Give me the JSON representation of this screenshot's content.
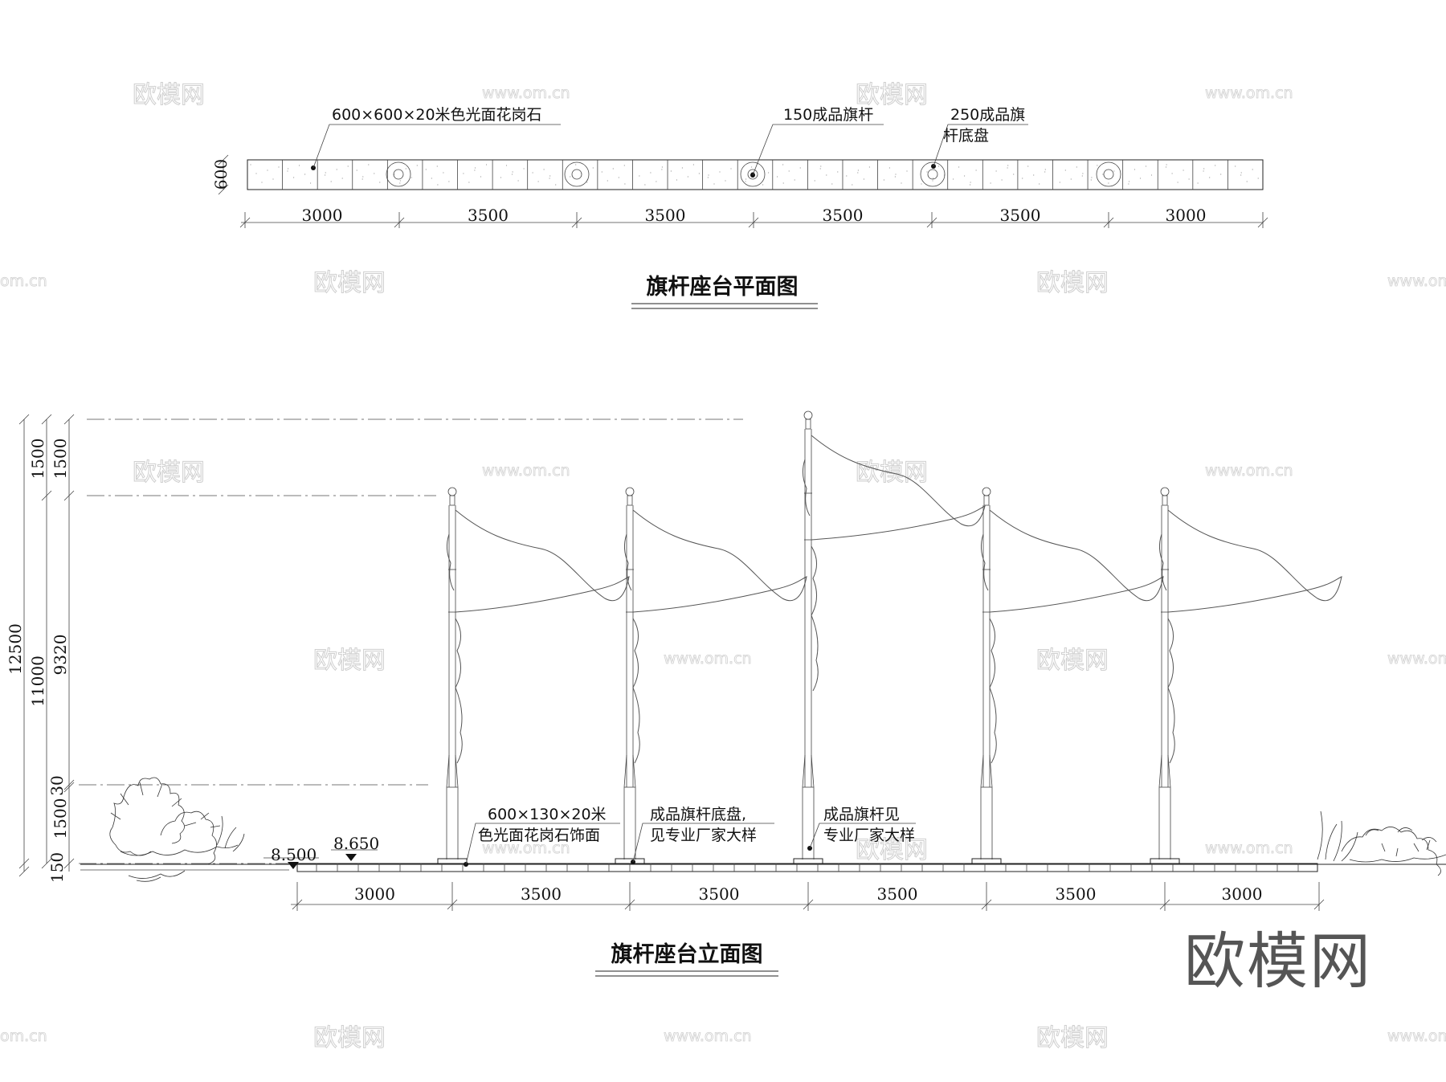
{
  "plan": {
    "title": "旗杆座台平面图",
    "depth_label": "600",
    "dimensions": [
      "3000",
      "3500",
      "3500",
      "3500",
      "3500",
      "3000"
    ],
    "notes": {
      "granite": "600×600×20米色光面花岗石",
      "pole": "150成品旗杆",
      "base_line1": "250成品旗",
      "base_line2": "杆底盘"
    }
  },
  "elevation": {
    "title": "旗杆座台立面图",
    "dimensions": [
      "3000",
      "3500",
      "3500",
      "3500",
      "3500",
      "3000"
    ],
    "levels": [
      "8.500",
      "8.650"
    ],
    "left_dims_outer": [
      "12500",
      "150"
    ],
    "left_dims_middle": [
      "1500",
      "11000"
    ],
    "left_dims_inner": [
      "1500",
      "9320",
      "30",
      "1500"
    ],
    "notes": {
      "facing_line1": "600×130×20米",
      "facing_line2": "色光面花岗石饰面",
      "base_line1": "成品旗杆底盘,",
      "base_line2": "见专业厂家大样",
      "pole_line1": "成品旗杆见",
      "pole_line2": "专业厂家大样"
    }
  },
  "watermarks": {
    "logo_text": "欧模网",
    "site_text": "www.om.cn",
    "site_partial": "om.cn",
    "brand": "欧模网"
  }
}
